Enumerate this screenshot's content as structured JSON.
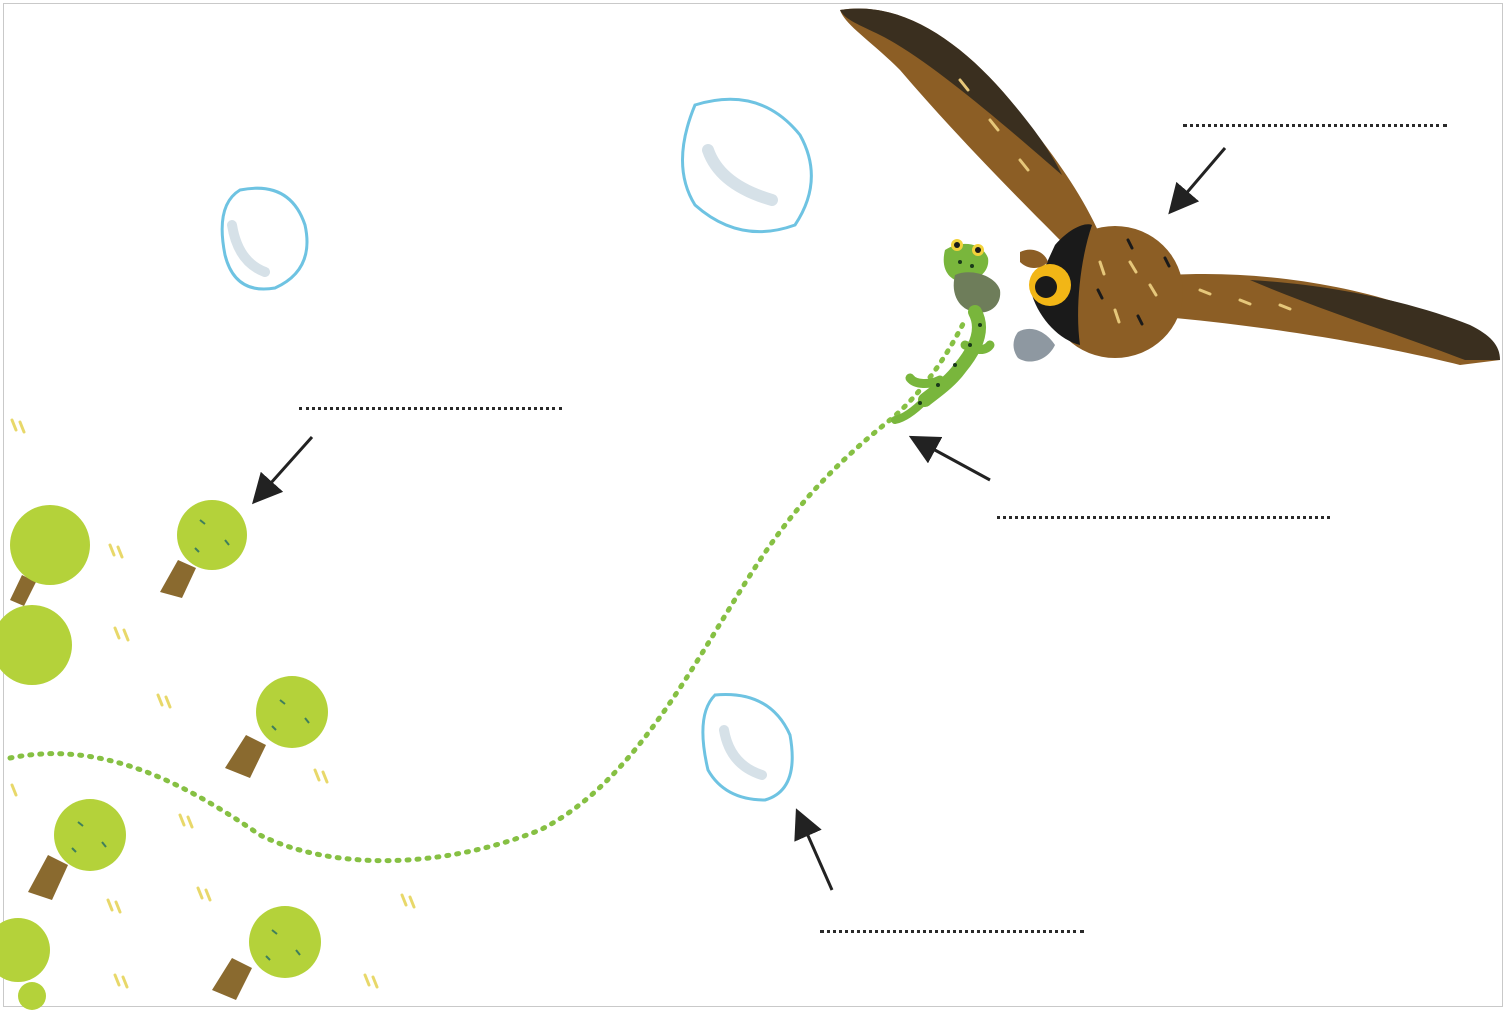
{
  "worksheet": {
    "labels": [
      {
        "id": "owl",
        "text": ""
      },
      {
        "id": "tree",
        "text": ""
      },
      {
        "id": "frog",
        "text": ""
      },
      {
        "id": "cloud",
        "text": ""
      }
    ]
  },
  "icons": [
    "owl-icon",
    "frog-icon",
    "tree-icon",
    "cloud-icon",
    "arrow-icon",
    "grass-tuft-icon"
  ],
  "colors": {
    "background": "#ffffff",
    "cloud_outline": "#6ec3e2",
    "cloud_fill": "#dfe8ee",
    "tree_crown": "#b4d23a",
    "tree_trunk": "#8a6a2f",
    "frog": "#79b63c",
    "owl_body": "#8c5e25",
    "owl_wing_tip": "#3a2f1f",
    "arrow": "#222222"
  }
}
